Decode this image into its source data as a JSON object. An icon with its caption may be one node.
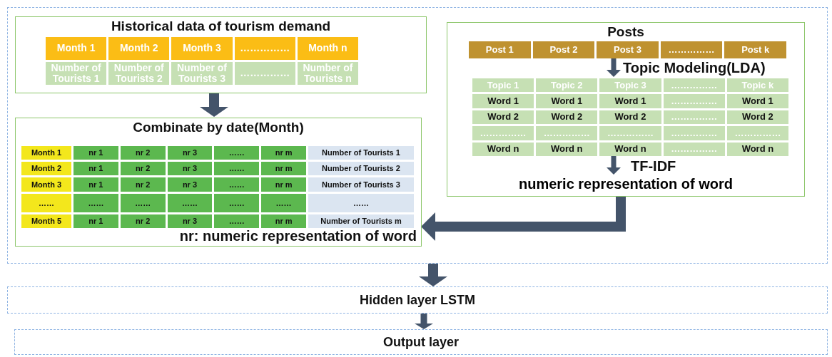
{
  "diagram": {
    "nodes": [
      {
        "text": [],
        "shape": "box"
      },
      {
        "text": [
          "Historical data of tourism demand"
        ],
        "in": 0
      },
      {
        "text": [
          "Month 1",
          "Month 2",
          "Month 3",
          "……………",
          "Month n",
          "Number of Tourists 1",
          "Number of Tourists 2",
          "Number of Tourists 3",
          "……………",
          "Number of Tourists n"
        ],
        "in": 1
      },
      {
        "text": [
          "Posts"
        ],
        "in": 0
      },
      {
        "text": [
          "Post 1",
          "Post 2",
          "Post 3",
          "……………",
          "Post k"
        ],
        "in": 3
      },
      {
        "text": [
          "Topic 1",
          "Topic 2",
          "Topic 3",
          "……………",
          "Topic k",
          "Word 1",
          "Word 1",
          "Word 1",
          "……………",
          "Word 1",
          "Word 2",
          "Word 2",
          "Word 2",
          "……………",
          "Word 2",
          "……………",
          "……………",
          "……………",
          "……………",
          "……………",
          "Word n",
          "Word n",
          "Word n",
          "……………",
          "Word n"
        ],
        "in": 3
      },
      {
        "text": [
          "numeric representation of word"
        ],
        "in": 3
      },
      {
        "text": [
          "Combinate by date(Month)",
          "nr: numeric representation of word"
        ],
        "in": 0
      },
      {
        "text": [
          "Month 1",
          "nr 1",
          "nr 2",
          "nr 3",
          "……",
          "nr m",
          "Number of Tourists 1",
          "Month 2",
          "nr 1",
          "nr 2",
          "nr 3",
          "……",
          "nr m",
          "Number of Tourists 2",
          "Month 3",
          "nr 1",
          "nr 2",
          "nr 3",
          "……",
          "nr m",
          "Number of Tourists 3",
          "……",
          "……",
          "……",
          "……",
          "……",
          "……",
          "……",
          "Month 5",
          "nr 1",
          "nr 2",
          "nr 3",
          "……",
          "nr m",
          "Number of Tourists m"
        ],
        "in": 7
      },
      {
        "text": [
          "Hidden layer LSTM"
        ]
      },
      {
        "text": [
          "Output layer"
        ]
      }
    ],
    "edges": [
      {
        "from": 1,
        "to": 7,
        "arrow": "to"
      },
      {
        "from": 4,
        "to": 5,
        "arrow": "to",
        "label": "Topic Modeling(LDA)"
      },
      {
        "from": 5,
        "to": 6,
        "arrow": "to",
        "label": "TF-IDF"
      },
      {
        "from": 3,
        "to": 7,
        "arrow": "to"
      },
      {
        "from": 0,
        "to": 9,
        "arrow": "to"
      },
      {
        "from": 9,
        "to": 10,
        "arrow": "to"
      }
    ]
  }
}
